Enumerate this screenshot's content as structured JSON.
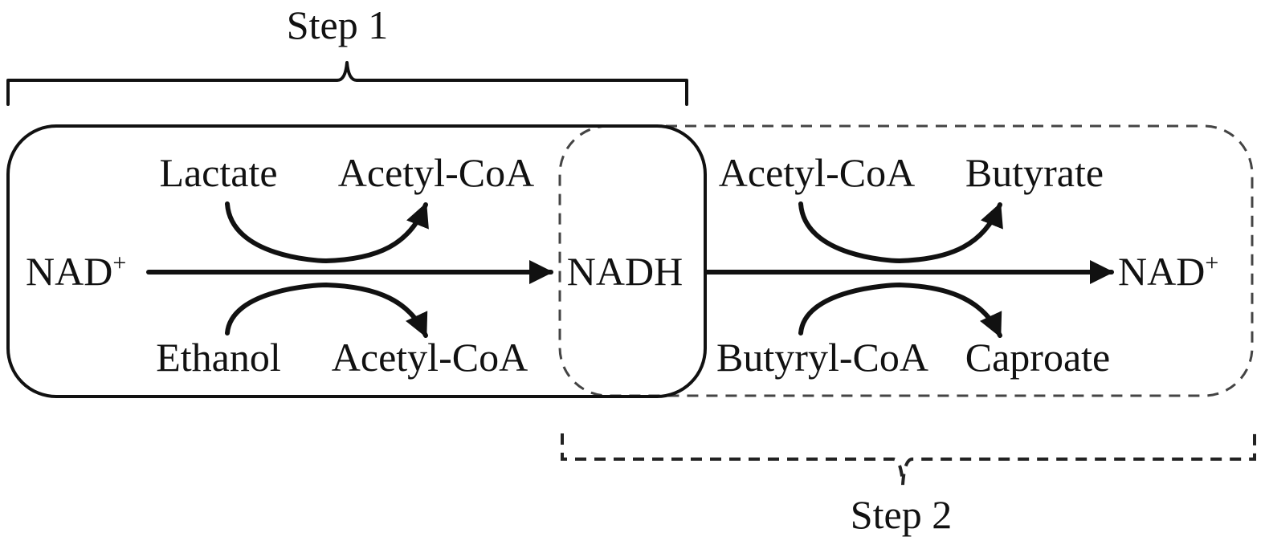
{
  "step1": {
    "label": "Step 1"
  },
  "step2": {
    "label": "Step 2"
  },
  "step1_box": {
    "nad_left": "NAD",
    "nad_left_sup": "+",
    "lactate": "Lactate",
    "acetyl_coa_top": "Acetyl-CoA",
    "ethanol": "Ethanol",
    "acetyl_coa_bottom": "Acetyl-CoA"
  },
  "shared": {
    "nadh": "NADH"
  },
  "step2_box": {
    "acetyl_coa": "Acetyl-CoA",
    "butyrate": "Butyrate",
    "butyryl_coa": "Butyryl-CoA",
    "caproate": "Caproate",
    "nad_right": "NAD",
    "nad_right_sup": "+"
  },
  "colors": {
    "ink": "#111111",
    "dashed_outline": "#444444",
    "background": "#ffffff"
  }
}
